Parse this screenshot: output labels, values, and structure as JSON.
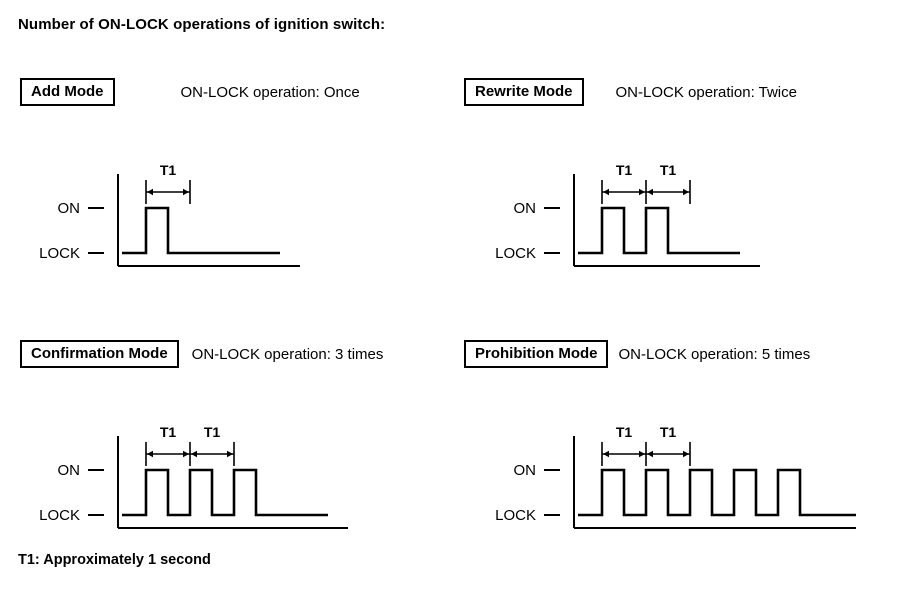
{
  "heading": "Number of ON-LOCK operations of ignition switch:",
  "footer_note": "T1: Approximately 1 second",
  "axis": {
    "on_label": "ON",
    "lock_label": "LOCK",
    "t1_label": "T1"
  },
  "colors": {
    "line": "#000000",
    "background": "#ffffff",
    "text": "#000000"
  },
  "panels": [
    {
      "id": "add-mode",
      "mode_label": "Add Mode",
      "operation_text": "ON-LOCK operation: Once",
      "pulse_count": 1,
      "t1_marker_count": 1
    },
    {
      "id": "rewrite-mode",
      "mode_label": "Rewrite Mode",
      "operation_text": "ON-LOCK operation: Twice",
      "pulse_count": 2,
      "t1_marker_count": 2
    },
    {
      "id": "confirmation-mode",
      "mode_label": "Confirmation Mode",
      "operation_text": "ON-LOCK operation: 3 times",
      "pulse_count": 3,
      "t1_marker_count": 2
    },
    {
      "id": "prohibition-mode",
      "mode_label": "Prohibition Mode",
      "operation_text": "ON-LOCK operation: 5 times",
      "pulse_count": 5,
      "t1_marker_count": 2
    }
  ],
  "chart_data": {
    "type": "line",
    "title": "Number of ON-LOCK operations of ignition switch",
    "xlabel": "",
    "ylabel": "",
    "levels": [
      "LOCK",
      "ON"
    ],
    "annotation": "T1: Approximately 1 second",
    "series": [
      {
        "name": "Add Mode",
        "operation_text": "ON-LOCK operation: Once",
        "pulse_count": 1,
        "waveform_levels": [
          "LOCK",
          "ON",
          "LOCK"
        ]
      },
      {
        "name": "Rewrite Mode",
        "operation_text": "ON-LOCK operation: Twice",
        "pulse_count": 2,
        "waveform_levels": [
          "LOCK",
          "ON",
          "LOCK",
          "ON",
          "LOCK"
        ]
      },
      {
        "name": "Confirmation Mode",
        "operation_text": "ON-LOCK operation: 3 times",
        "pulse_count": 3,
        "waveform_levels": [
          "LOCK",
          "ON",
          "LOCK",
          "ON",
          "LOCK",
          "ON",
          "LOCK"
        ]
      },
      {
        "name": "Prohibition Mode",
        "operation_text": "ON-LOCK operation: 5 times",
        "pulse_count": 5,
        "waveform_levels": [
          "LOCK",
          "ON",
          "LOCK",
          "ON",
          "LOCK",
          "ON",
          "LOCK",
          "ON",
          "LOCK",
          "ON",
          "LOCK"
        ]
      }
    ]
  }
}
